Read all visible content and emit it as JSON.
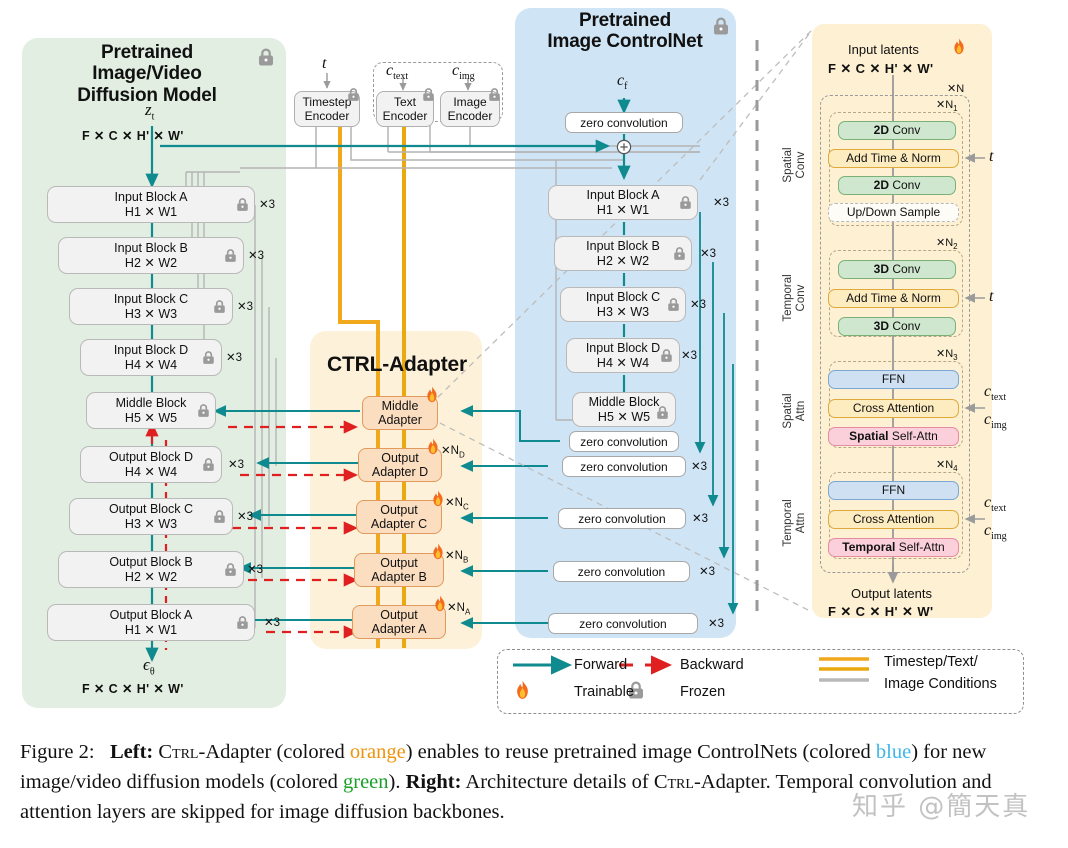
{
  "panels": {
    "green": {
      "title_l1": "Pretrained",
      "title_l2": "Image/Video",
      "title_l3": "Diffusion Model"
    },
    "blue": {
      "title_l1": "Pretrained",
      "title_l2": "Image ControlNet"
    },
    "orange": {
      "title": "CTRL-Adapter"
    }
  },
  "left": {
    "input_symbol": "z",
    "input_sub": "t",
    "input_dims": "F ✕ C ✕ H' ✕ W'",
    "output_symbol": "ϵ",
    "output_sub": "θ",
    "output_dims": "F ✕ C ✕ H' ✕ W'",
    "blocks": [
      {
        "l1": "Input Block A",
        "l2": "H1 ✕ W1",
        "rep": "✕3"
      },
      {
        "l1": "Input Block B",
        "l2": "H2 ✕ W2",
        "rep": "✕3"
      },
      {
        "l1": "Input Block C",
        "l2": "H3 ✕ W3",
        "rep": "✕3"
      },
      {
        "l1": "Input Block D",
        "l2": "H4 ✕ W4",
        "rep": "✕3"
      },
      {
        "l1": "Middle Block",
        "l2": "H5 ✕ W5",
        "rep": ""
      },
      {
        "l1": "Output Block D",
        "l2": "H4 ✕ W4",
        "rep": "✕3"
      },
      {
        "l1": "Output Block C",
        "l2": "H3 ✕ W3",
        "rep": "✕3"
      },
      {
        "l1": "Output Block B",
        "l2": "H2 ✕ W2",
        "rep": "✕3"
      },
      {
        "l1": "Output Block A",
        "l2": "H1 ✕ W1",
        "rep": "✕3"
      }
    ]
  },
  "encoders": {
    "timestep": {
      "l1": "Timestep",
      "l2": "Encoder",
      "input": "t"
    },
    "text": {
      "l1": "Text",
      "l2": "Encoder",
      "input": "c",
      "input_sub": "text"
    },
    "image": {
      "l1": "Image",
      "l2": "Encoder",
      "input": "c",
      "input_sub": "img"
    }
  },
  "controlnet": {
    "condition_symbol": "c",
    "condition_sub": "f",
    "zero_conv_label": "zero convolution",
    "plus_icon": "plus-circle",
    "blocks": [
      {
        "l1": "Input Block A",
        "l2": "H1 ✕ W1",
        "rep": "✕3"
      },
      {
        "l1": "Input Block B",
        "l2": "H2 ✕ W2",
        "rep": "✕3"
      },
      {
        "l1": "Input Block C",
        "l2": "H3 ✕ W3",
        "rep": "✕3"
      },
      {
        "l1": "Input Block D",
        "l2": "H4 ✕ W4",
        "rep": "✕3"
      },
      {
        "l1": "Middle Block",
        "l2": "H5 ✕ W5",
        "rep": ""
      }
    ],
    "zero_convs": [
      {
        "label": "zero convolution",
        "rep": ""
      },
      {
        "label": "zero convolution",
        "rep": "✕3"
      },
      {
        "label": "zero convolution",
        "rep": "✕3"
      },
      {
        "label": "zero convolution",
        "rep": "✕3"
      },
      {
        "label": "zero convolution",
        "rep": "✕3"
      }
    ]
  },
  "adapters": [
    {
      "l1": "Middle",
      "l2": "Adapter",
      "rep": ""
    },
    {
      "l1": "Output",
      "l2": "Adapter D",
      "rep": "✕N",
      "rep_sub": "D"
    },
    {
      "l1": "Output",
      "l2": "Adapter C",
      "rep": "✕N",
      "rep_sub": "C"
    },
    {
      "l1": "Output",
      "l2": "Adapter B",
      "rep": "✕N",
      "rep_sub": "B"
    },
    {
      "l1": "Output",
      "l2": "Adapter A",
      "rep": "✕N",
      "rep_sub": "A"
    }
  ],
  "right": {
    "input_title": "Input latents",
    "input_dims": "F ✕ C ✕ H' ✕ W'",
    "output_title": "Output latents",
    "output_dims": "F ✕ C ✕ H' ✕ W'",
    "outer_rep": "✕N",
    "group_reps": {
      "n1": "✕N",
      "n1s": "1",
      "n2": "✕N",
      "n2s": "2",
      "n3": "✕N",
      "n3s": "3",
      "n4": "✕N",
      "n4s": "4"
    },
    "side_labels": [
      {
        "l1": "Spatial",
        "l2": "Conv"
      },
      {
        "l1": "Temporal",
        "l2": "Conv"
      },
      {
        "l1": "Spatial",
        "l2": "Attn"
      },
      {
        "l1": "Temporal",
        "l2": "Attn"
      }
    ],
    "group1": [
      {
        "bold": "2D",
        "rest": " Conv",
        "style": "r-green"
      },
      {
        "bold": "",
        "rest": "Add Time & Norm",
        "style": "r-yellow"
      },
      {
        "bold": "2D",
        "rest": " Conv",
        "style": "r-green"
      },
      {
        "bold": "",
        "rest": "Up/Down Sample",
        "style": "r-white"
      }
    ],
    "group2": [
      {
        "bold": "3D",
        "rest": " Conv",
        "style": "r-green"
      },
      {
        "bold": "",
        "rest": "Add Time & Norm",
        "style": "r-yellow"
      },
      {
        "bold": "3D",
        "rest": " Conv",
        "style": "r-green"
      }
    ],
    "group3": [
      {
        "bold": "",
        "rest": "FFN",
        "style": "r-blue"
      },
      {
        "bold": "",
        "rest": "Cross Attention",
        "style": "r-yellow"
      },
      {
        "bold": "Spatial",
        "rest": " Self-Attn",
        "style": "r-pink"
      }
    ],
    "group4": [
      {
        "bold": "",
        "rest": "FFN",
        "style": "r-blue"
      },
      {
        "bold": "",
        "rest": "Cross Attention",
        "style": "r-yellow"
      },
      {
        "bold": "Temporal",
        "rest": " Self-Attn",
        "style": "r-pink"
      }
    ],
    "t_label": "t",
    "ctext_label": "c",
    "ctext_sub": "text",
    "cimg_label": "c",
    "cimg_sub": "img"
  },
  "legend": {
    "forward": "Forward",
    "backward": "Backward",
    "trainable": "Trainable",
    "frozen": "Frozen",
    "conditions_l1": "Timestep/Text/",
    "conditions_l2": "Image Conditions"
  },
  "colors": {
    "forward": "#0f8a8f",
    "backward": "#e02020",
    "timestep_cond": "#f2a81d",
    "text_cond": "#eaa90f",
    "image_cond": "#b9b9b9",
    "green_panel": "#e2eee2",
    "blue_panel": "#cfe4f5",
    "orange_panel": "#fdf2d9",
    "adapter_fill": "#fbddc0"
  },
  "caption": {
    "fig": "Figure 2:",
    "left_label": "Left:",
    "t1": " C",
    "t1b": "trl",
    "t2": "-Adapter (colored ",
    "orange": "orange",
    "t3": ") enables to reuse pretrained image ControlNets (colored ",
    "blue": "blue",
    "t4": ") for new image/video diffusion models (colored ",
    "green": "green",
    "t5": "). ",
    "right_label": "Right:",
    "t6": " Architecture details of C",
    "t6b": "trl",
    "t7": "-Adapter. Temporal convolution and attention layers are skipped for image diffusion backbones."
  },
  "watermark": "知乎 @簡天真"
}
